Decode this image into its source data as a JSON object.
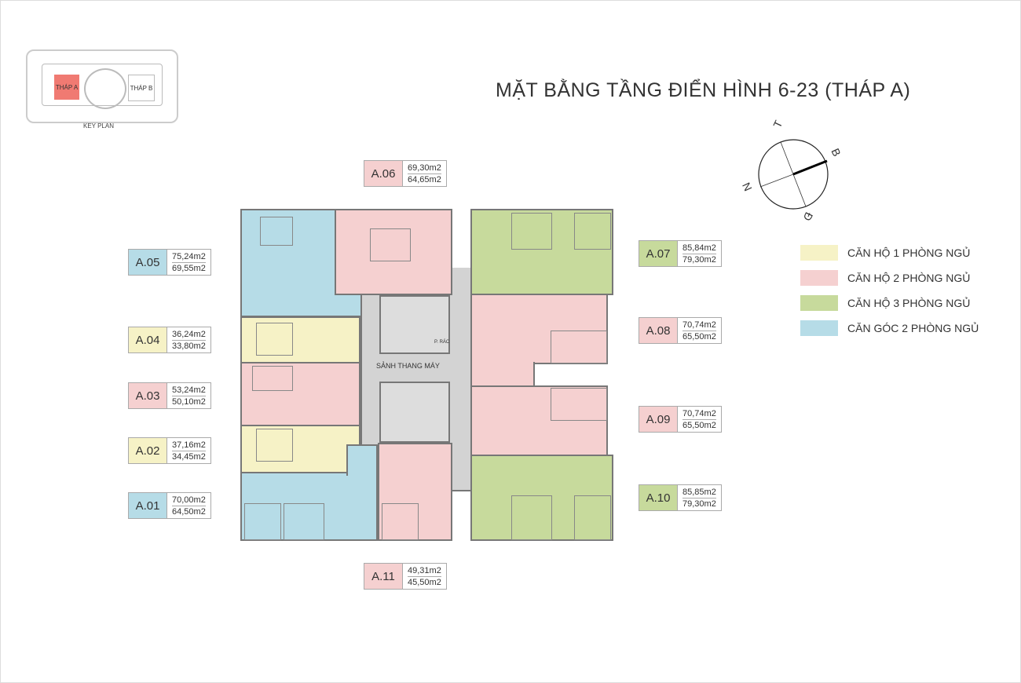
{
  "title": "MẶT BẰNG TẦNG ĐIỂN HÌNH 6-23 (THÁP A)",
  "key_plan": {
    "label": "KEY PLAN",
    "tower_a": "THÁP A",
    "tower_b": "THÁP B"
  },
  "compass": {
    "t": "T",
    "b": "B",
    "n": "N",
    "d": "Đ"
  },
  "lobby": "SẢNH THANG MÁY",
  "trash": "P. RÁC",
  "units": [
    {
      "code": "A.01",
      "area1": "70,00m2",
      "area2": "64,50m2",
      "type": "corner-2br"
    },
    {
      "code": "A.02",
      "area1": "37,16m2",
      "area2": "34,45m2",
      "type": "1br"
    },
    {
      "code": "A.03",
      "area1": "53,24m2",
      "area2": "50,10m2",
      "type": "2br"
    },
    {
      "code": "A.04",
      "area1": "36,24m2",
      "area2": "33,80m2",
      "type": "1br"
    },
    {
      "code": "A.05",
      "area1": "75,24m2",
      "area2": "69,55m2",
      "type": "corner-2br"
    },
    {
      "code": "A.06",
      "area1": "69,30m2",
      "area2": "64,65m2",
      "type": "2br"
    },
    {
      "code": "A.07",
      "area1": "85,84m2",
      "area2": "79,30m2",
      "type": "3br"
    },
    {
      "code": "A.08",
      "area1": "70,74m2",
      "area2": "65,50m2",
      "type": "2br"
    },
    {
      "code": "A.09",
      "area1": "70,74m2",
      "area2": "65,50m2",
      "type": "2br"
    },
    {
      "code": "A.10",
      "area1": "85,85m2",
      "area2": "79,30m2",
      "type": "3br"
    },
    {
      "code": "A.11",
      "area1": "49,31m2",
      "area2": "45,50m2",
      "type": "2br"
    }
  ],
  "legend": [
    {
      "label": "CĂN HỘ 1 PHÒNG NGỦ",
      "color": "#f6f2c6"
    },
    {
      "label": "CĂN HỘ 2 PHÒNG NGỦ",
      "color": "#f5d0d0"
    },
    {
      "label": "CĂN HỘ 3 PHÒNG NGỦ",
      "color": "#c7da9c"
    },
    {
      "label": "CĂN GÓC 2 PHÒNG NGỦ",
      "color": "#b6dce7"
    }
  ]
}
